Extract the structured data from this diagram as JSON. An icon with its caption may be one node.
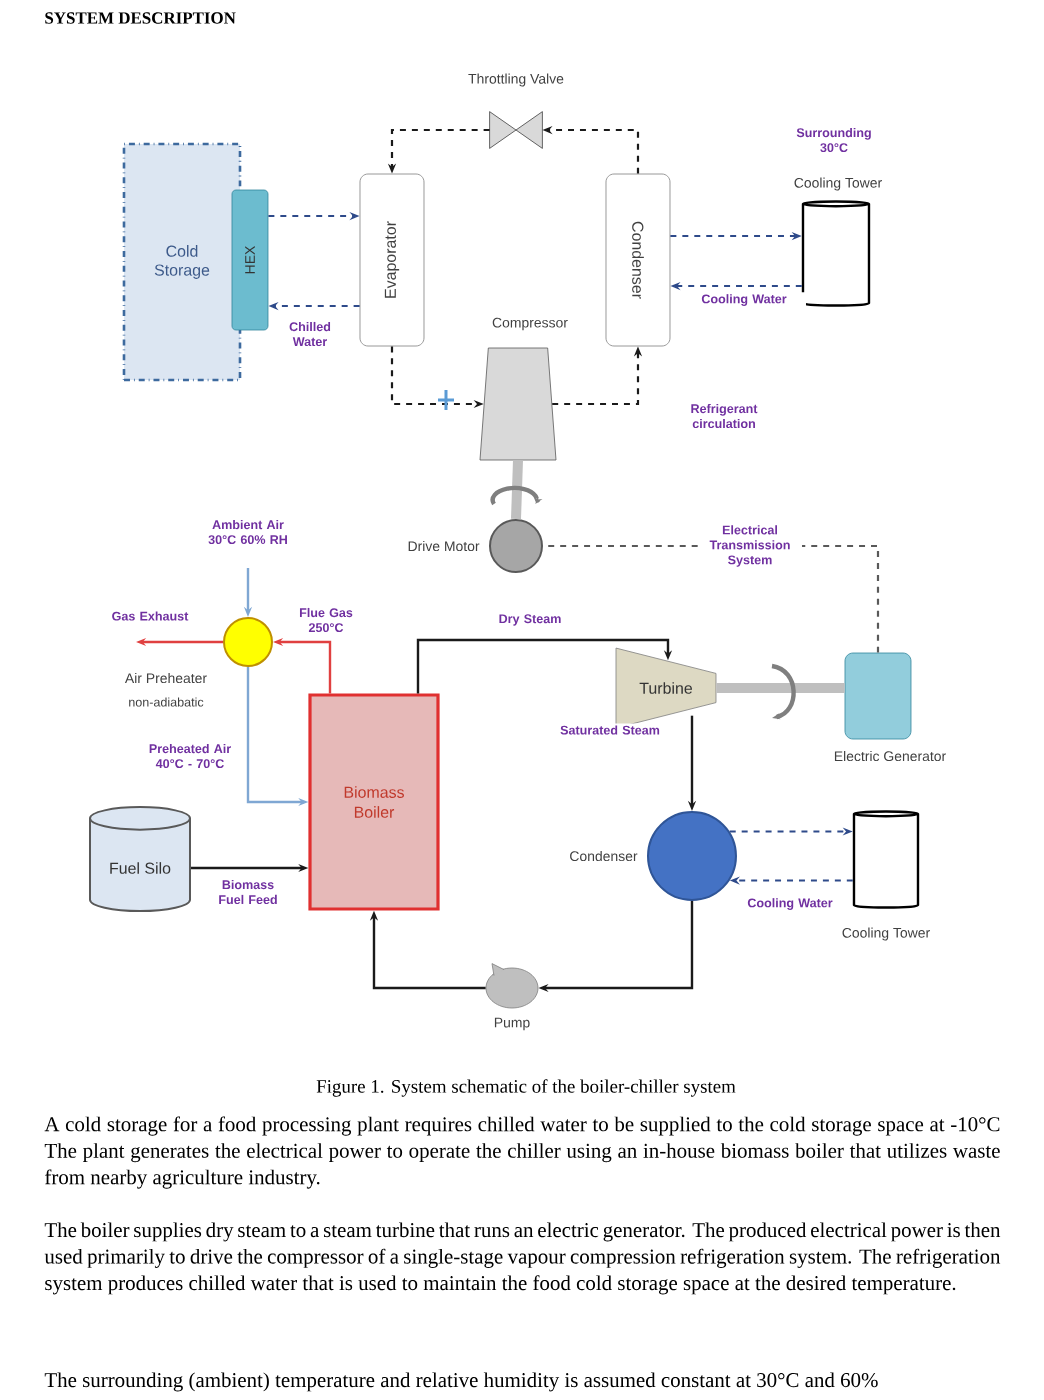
{
  "diagram": {
    "title": "SYSTEM DESCRIPTION",
    "caption": "Figure 1. System schematic of the boiler-chiller system",
    "nodes": [
      {
        "text": [
          "Cold Storage"
        ]
      },
      {
        "text": [
          "HEX"
        ]
      },
      {
        "text": [
          "Evaporator"
        ]
      },
      {
        "text": [
          "Throttling Valve"
        ]
      },
      {
        "text": [
          "Condenser"
        ]
      },
      {
        "text": [
          "Cooling Tower"
        ]
      },
      {
        "text": [
          "Compressor"
        ]
      },
      {
        "text": [
          "Drive Motor"
        ]
      },
      {
        "text": [
          "Electric Generator"
        ]
      },
      {
        "text": [
          "Air Preheater",
          "non-adiabatic"
        ]
      },
      {
        "text": [
          "Biomass Boiler"
        ]
      },
      {
        "text": [
          "Turbine"
        ]
      },
      {
        "text": [
          "Condenser"
        ]
      },
      {
        "text": [
          "Cooling Tower"
        ]
      },
      {
        "text": [
          "Fuel Silo"
        ]
      },
      {
        "text": [
          "Pump"
        ]
      }
    ],
    "edges": [
      {
        "from": 1,
        "to": 2,
        "arrow": "to",
        "style": "dashed",
        "color": "#2e4a8a"
      },
      {
        "from": 2,
        "to": 1,
        "arrow": "to",
        "style": "dashed",
        "color": "#2e4a8a",
        "label": "Chilled Water"
      },
      {
        "from": 2,
        "to": 6,
        "arrow": "to",
        "style": "dashed"
      },
      {
        "from": 6,
        "to": 4,
        "arrow": "to",
        "style": "dashed",
        "label": "Refrigerant circulation"
      },
      {
        "from": 4,
        "to": 3,
        "arrow": "to",
        "style": "dashed"
      },
      {
        "from": 3,
        "to": 2,
        "arrow": "to",
        "style": "dashed"
      },
      {
        "from": 4,
        "to": 5,
        "arrow": "to",
        "style": "dashed",
        "color": "#2e4a8a"
      },
      {
        "from": 5,
        "to": 4,
        "arrow": "to",
        "style": "dashed",
        "color": "#2e4a8a",
        "label": "Cooling Water"
      },
      {
        "from": 7,
        "to": 6,
        "arrow": "none",
        "style": "thick",
        "color": "#bfbfbf"
      },
      {
        "from": 8,
        "to": 7,
        "arrow": "none",
        "style": "dashed",
        "color": "#595959",
        "label": "Electrical Transmission System"
      },
      {
        "from": 11,
        "to": 8,
        "arrow": "none",
        "style": "thick",
        "color": "#bfbfbf"
      },
      {
        "from": null,
        "to": 9,
        "arrow": "to",
        "color": "#7fa7d3",
        "label": "Ambient Air 30°C 60% RH"
      },
      {
        "from": 10,
        "to": 9,
        "arrow": "to",
        "color": "#e04040",
        "label": "Flue Gas 250°C"
      },
      {
        "from": 9,
        "to": null,
        "arrow": "to",
        "color": "#e04040",
        "label": "Gas Exhaust"
      },
      {
        "from": 9,
        "to": 10,
        "arrow": "to",
        "color": "#7fa7d3",
        "label": "Preheated Air 40°C - 70°C"
      },
      {
        "from": 10,
        "to": 11,
        "arrow": "to",
        "label": "Dry Steam"
      },
      {
        "from": 11,
        "to": 12,
        "arrow": "to",
        "label": "Saturated Steam"
      },
      {
        "from": 12,
        "to": 13,
        "arrow": "to",
        "style": "dashed",
        "color": "#2e4a8a"
      },
      {
        "from": 13,
        "to": 12,
        "arrow": "to",
        "style": "dashed",
        "color": "#2e4a8a",
        "label": "Cooling Water"
      },
      {
        "from": 12,
        "to": 15,
        "arrow": "to"
      },
      {
        "from": 15,
        "to": 10,
        "arrow": "to"
      },
      {
        "from": 14,
        "to": 10,
        "arrow": "to",
        "label": "Biomass Fuel Feed"
      }
    ],
    "labels": [
      "Surrounding 30°C",
      "A cold storage for a food processing plant requires chilled water to be supplied to the cold storage space at -10°C The plant generates the electrical power to operate the chiller using an in-house biomass boiler that utilizes waste from nearby agriculture industry.",
      "The boiler supplies dry steam to a steam turbine that runs an electric generator. The produced electrical power is then used primarily to drive the compressor of a single-stage vapour compression refrigeration system. The refrigeration system produces chilled water that is used to maintain the food cold storage space at the desired temperature.",
      "The surrounding (ambient) temperature and relative humidity is assumed constant at 30°C and 60%"
    ]
  }
}
